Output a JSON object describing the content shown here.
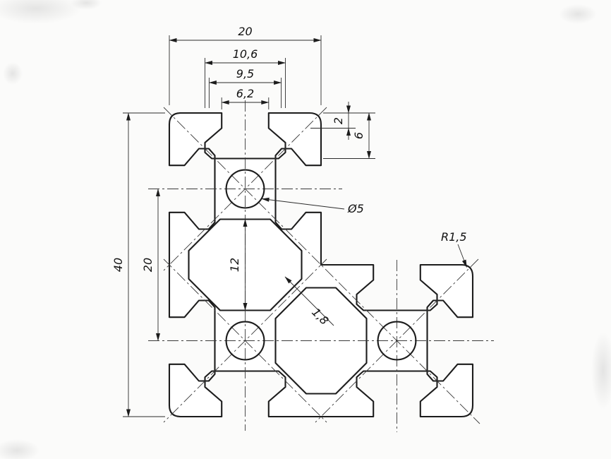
{
  "colors": {
    "background": "#fbfbfa",
    "line": "#1c1c1c",
    "dimension_line": "#2b2b2b"
  },
  "drawing": {
    "dims": {
      "top_width": "20",
      "slot_back_width": "10,6",
      "slot_mid_width": "9,5",
      "slot_opening_width": "6,2",
      "lip_depth": "2",
      "slot_depth": "6",
      "total_height": "40",
      "bore_spacing": "20",
      "cavity_height": "12",
      "bore_diameter": "Ø5",
      "corner_radius": "R1,5",
      "wall_thickness": "1,8"
    }
  }
}
